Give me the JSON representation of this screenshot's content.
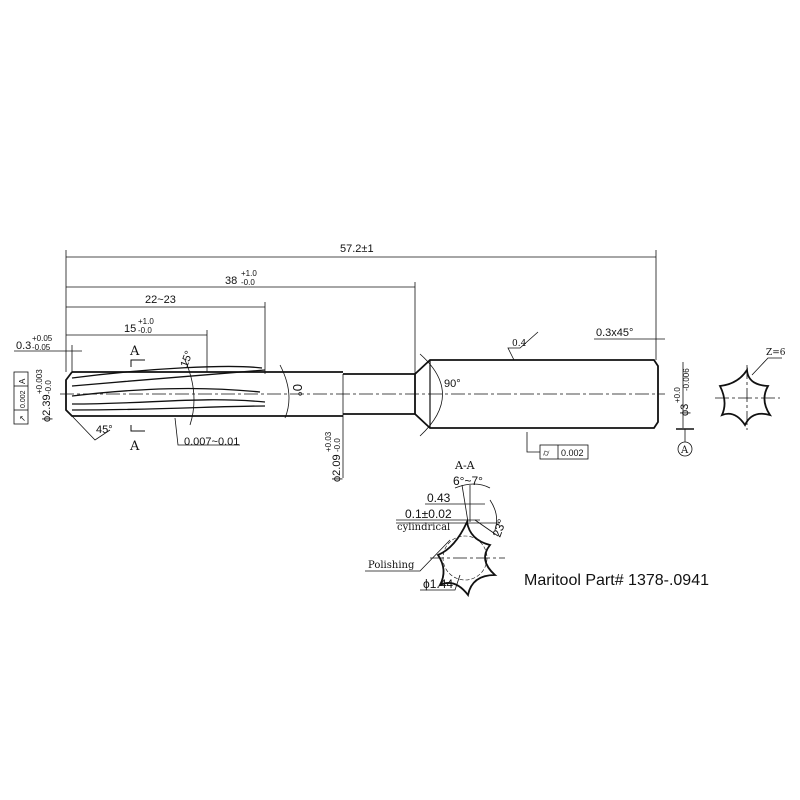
{
  "drawing": {
    "dims": {
      "overall": "57.2±1",
      "len38": "38",
      "len38_tol_up": "+1.0",
      "len38_tol_dn": "-0.0",
      "flute": "22~23",
      "len15": "15",
      "len15_tol_up": "+1.0",
      "len15_tol_dn": "-0.0",
      "chamfer_tip": "0.3",
      "chamfer_tip_up": "+0.05",
      "chamfer_tip_dn": "-0.05",
      "shank_chamfer": "0.3x45°",
      "helix": "15°",
      "tip_angle": "45°",
      "back_taper": "0.007~0.01",
      "neck_angle": "0°",
      "body_angle": "90°",
      "dia_tip": "ϕ2.39",
      "dia_tip_up": "+0.003",
      "dia_tip_dn": "-0.0",
      "dia_neck": "ϕ2.09",
      "dia_neck_up": "+0.03",
      "dia_neck_dn": "-0.0",
      "dia_shank": "ϕ3",
      "dia_shank_up": "+0.0",
      "dia_shank_dn": "-0.006",
      "roughness": "0.4",
      "runout_value": "0.002",
      "runout_datum": "A",
      "cyl_value": "0.002",
      "datum": "A",
      "section_mark": "A",
      "flutes": "Z=6"
    },
    "section": {
      "title": "A-A",
      "rake": "6°~7°",
      "land": "0.43",
      "margin": "0.1±0.02",
      "cylindrical": "cylindrical",
      "relief": "23°",
      "polishing": "Polishing",
      "core": "ϕ1.44"
    },
    "caption": "Maritool Part# 1378-.0941"
  }
}
